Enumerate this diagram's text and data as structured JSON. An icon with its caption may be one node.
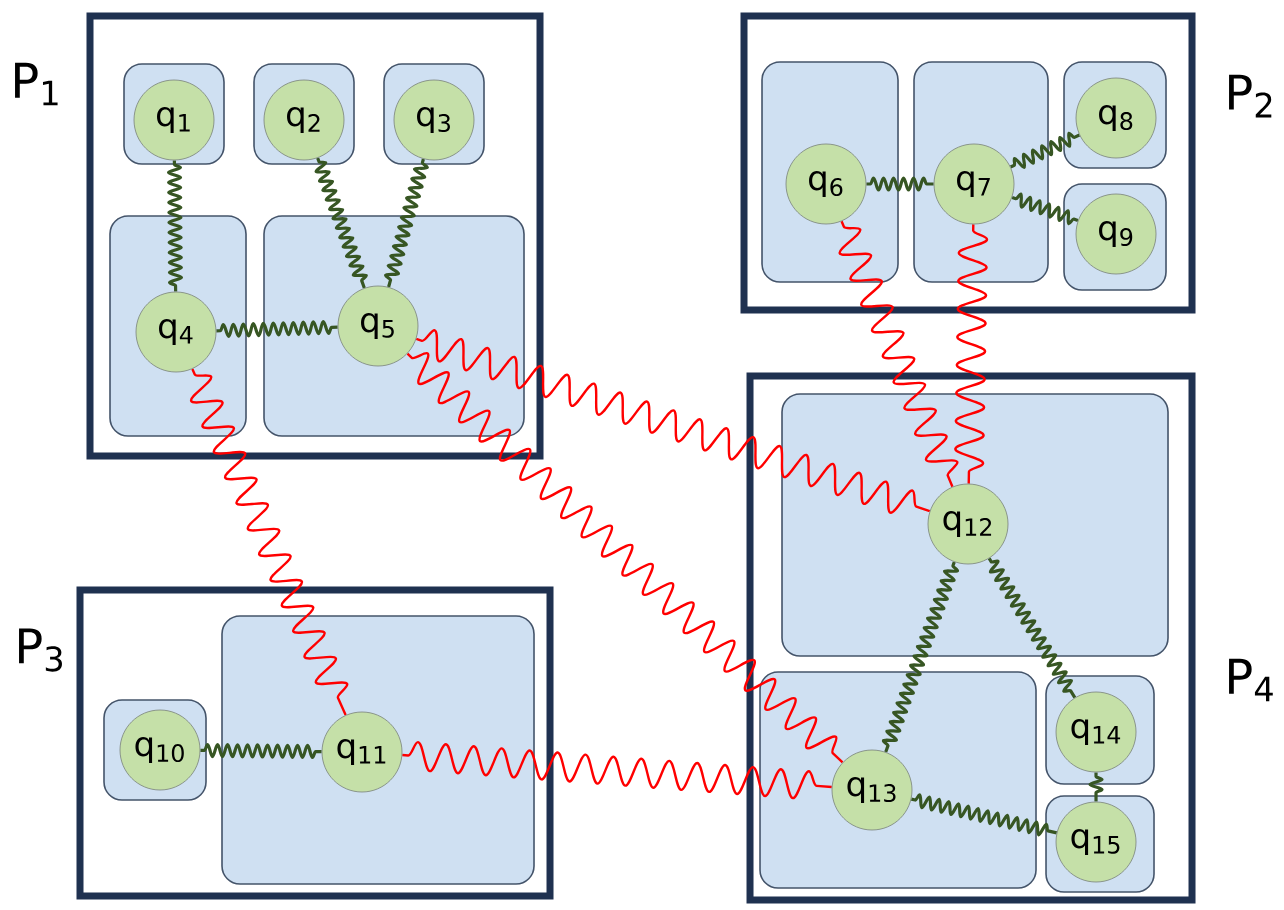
{
  "diagram": {
    "nodes": [
      {
        "text": [
          "P$_{1}$"
        ]
      },
      {
        "text": [],
        "shape": "box",
        "in": 0
      },
      {
        "text": [
          "q$_{1}$"
        ],
        "in": 1
      },
      {
        "text": [],
        "shape": "box",
        "in": 0
      },
      {
        "text": [
          "q$_{2}$"
        ],
        "in": 3
      },
      {
        "text": [],
        "shape": "box",
        "in": 0
      },
      {
        "text": [
          "q$_{3}$"
        ],
        "in": 5
      },
      {
        "text": [],
        "shape": "box",
        "in": 0
      },
      {
        "text": [
          "q$_{4}$"
        ],
        "in": 7
      },
      {
        "text": [],
        "shape": "box",
        "in": 0
      },
      {
        "text": [
          "q$_{5}$"
        ],
        "in": 9
      },
      {
        "text": [
          "P$_{2}$"
        ]
      },
      {
        "text": [],
        "shape": "box",
        "in": 11
      },
      {
        "text": [
          "q$_{6}$"
        ],
        "in": 12
      },
      {
        "text": [],
        "shape": "box",
        "in": 11
      },
      {
        "text": [
          "q$_{7}$"
        ],
        "in": 14
      },
      {
        "text": [],
        "shape": "box",
        "in": 11
      },
      {
        "text": [
          "q$_{8}$"
        ],
        "in": 16
      },
      {
        "text": [],
        "shape": "box",
        "in": 11
      },
      {
        "text": [
          "q$_{9}$"
        ],
        "in": 18
      },
      {
        "text": [
          "P$_{3}$"
        ]
      },
      {
        "text": [],
        "shape": "box",
        "in": 20
      },
      {
        "text": [
          "q$_{10}$"
        ],
        "in": 21
      },
      {
        "text": [],
        "shape": "box",
        "in": 20
      },
      {
        "text": [
          "q$_{11}$"
        ],
        "in": 23
      },
      {
        "text": [
          "P$_{4}$"
        ]
      },
      {
        "text": [],
        "shape": "box",
        "in": 25
      },
      {
        "text": [
          "q$_{12}$"
        ],
        "in": 26
      },
      {
        "text": [],
        "shape": "box",
        "in": 25
      },
      {
        "text": [
          "q$_{13}$"
        ],
        "in": 28
      },
      {
        "text": [],
        "shape": "box",
        "in": 25
      },
      {
        "text": [
          "q$_{14}$"
        ],
        "in": 30
      },
      {
        "text": [],
        "shape": "box",
        "in": 25
      },
      {
        "text": [
          "q$_{15}$"
        ],
        "in": 32
      }
    ],
    "edges": [
      {
        "from": 2,
        "to": 8,
        "arrow": "none"
      },
      {
        "from": 4,
        "to": 10,
        "arrow": "none"
      },
      {
        "from": 6,
        "to": 10,
        "arrow": "none"
      },
      {
        "from": 8,
        "to": 10,
        "arrow": "none"
      },
      {
        "from": 13,
        "to": 15,
        "arrow": "none"
      },
      {
        "from": 15,
        "to": 17,
        "arrow": "none"
      },
      {
        "from": 15,
        "to": 19,
        "arrow": "none"
      },
      {
        "from": 22,
        "to": 24,
        "arrow": "none"
      },
      {
        "from": 27,
        "to": 29,
        "arrow": "none"
      },
      {
        "from": 27,
        "to": 31,
        "arrow": "none"
      },
      {
        "from": 29,
        "to": 33,
        "arrow": "none"
      },
      {
        "from": 31,
        "to": 33,
        "arrow": "none"
      },
      {
        "from": 8,
        "to": 24,
        "arrow": "none",
        "color": "#ff0000"
      },
      {
        "from": 10,
        "to": 27,
        "arrow": "none",
        "color": "#ff0000"
      },
      {
        "from": 10,
        "to": 29,
        "arrow": "none",
        "color": "#ff0000"
      },
      {
        "from": 13,
        "to": 27,
        "arrow": "none",
        "color": "#ff0000"
      },
      {
        "from": 15,
        "to": 27,
        "arrow": "none",
        "color": "#ff0000"
      },
      {
        "from": 24,
        "to": 29,
        "arrow": "none",
        "color": "#ff0000"
      }
    ]
  }
}
